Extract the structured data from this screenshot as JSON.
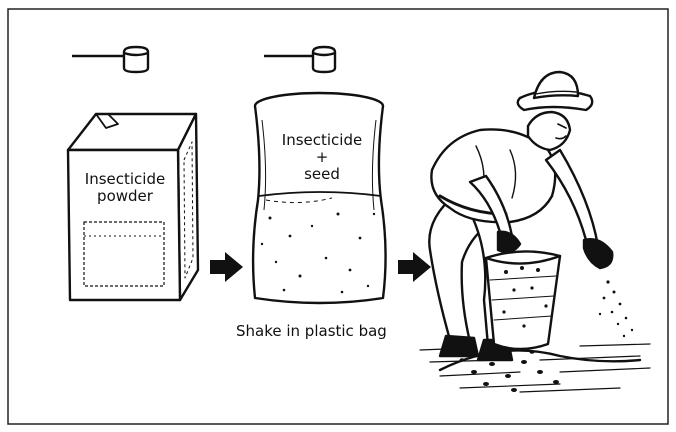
{
  "box_label": {
    "line1": "Insecticide",
    "line2": "powder"
  },
  "bag_label": {
    "line1": "Insecticide",
    "line2": "+",
    "line3": "seed"
  },
  "caption": "Shake in plastic bag",
  "colors": {
    "ink": "#111111",
    "paper": "#ffffff"
  },
  "icons": [
    "measuring-scoop-icon",
    "arrow-right-icon"
  ]
}
